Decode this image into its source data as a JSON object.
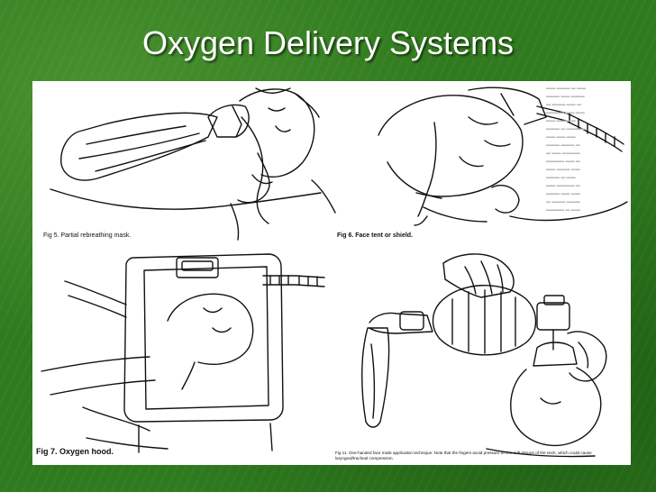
{
  "slide": {
    "title": "Oxygen Delivery Systems",
    "background_color": "#2f7a1e",
    "title_color": "#ffffff"
  },
  "figures": [
    {
      "caption": "Fig 5. Partial rebreathing mask.",
      "illustration": "infant-partial-rebreathing-mask-line-drawing"
    },
    {
      "caption": "Fig 6. Face tent or shield.",
      "illustration": "infant-face-tent-line-drawing"
    },
    {
      "caption": "Fig 7. Oxygen hood.",
      "illustration": "infant-oxygen-hood-line-drawing"
    },
    {
      "caption": "Fig 11. One-handed face mask application technique. Note that the fingers avoid pressure on the soft tissues of the neck, which could cause laryngeal/tracheal compression.",
      "illustration": "bag-valve-mask-hand-line-drawing"
    }
  ]
}
